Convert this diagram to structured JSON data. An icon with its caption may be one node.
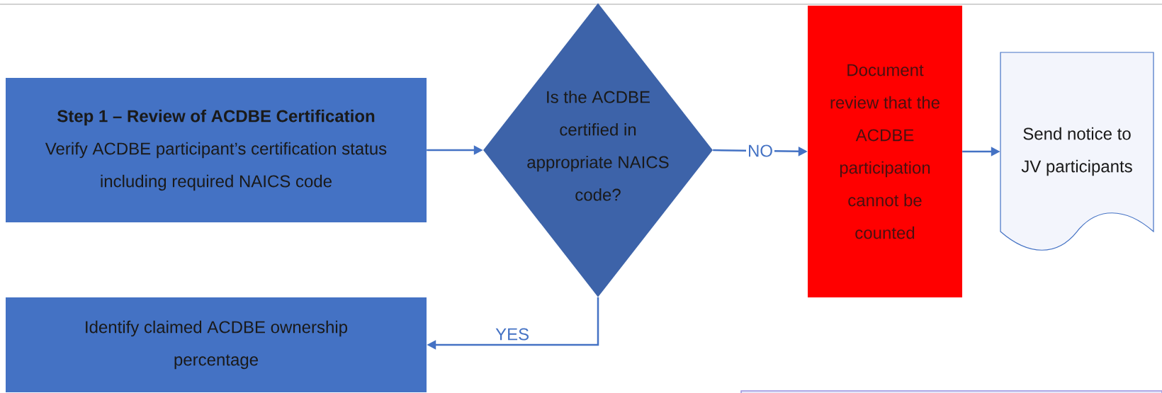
{
  "diagram": {
    "nodes": [
      {
        "text": [
          "Step 1 – Review of ACDBE Certification",
          "Verify ACDBE participant’s certification status including required NAICS code"
        ]
      },
      {
        "text": [
          "Is the ACDBE certified in appropriate NAICS code?"
        ]
      },
      {
        "text": [
          "Document review that the ACDBE participation cannot be counted"
        ]
      },
      {
        "text": [
          "Send notice to JV participants"
        ]
      },
      {
        "text": [
          "Identify claimed ACDBE ownership percentage"
        ]
      },
      {
        "text": [],
        "shape": "box"
      }
    ],
    "edges": [
      {
        "from": 0,
        "to": 1,
        "arrow": "to"
      },
      {
        "from": 1,
        "to": 2,
        "arrow": "to",
        "label": "NO"
      },
      {
        "from": 2,
        "to": 3,
        "arrow": "to"
      },
      {
        "from": 1,
        "to": 4,
        "arrow": "to",
        "label": "YES"
      }
    ]
  }
}
